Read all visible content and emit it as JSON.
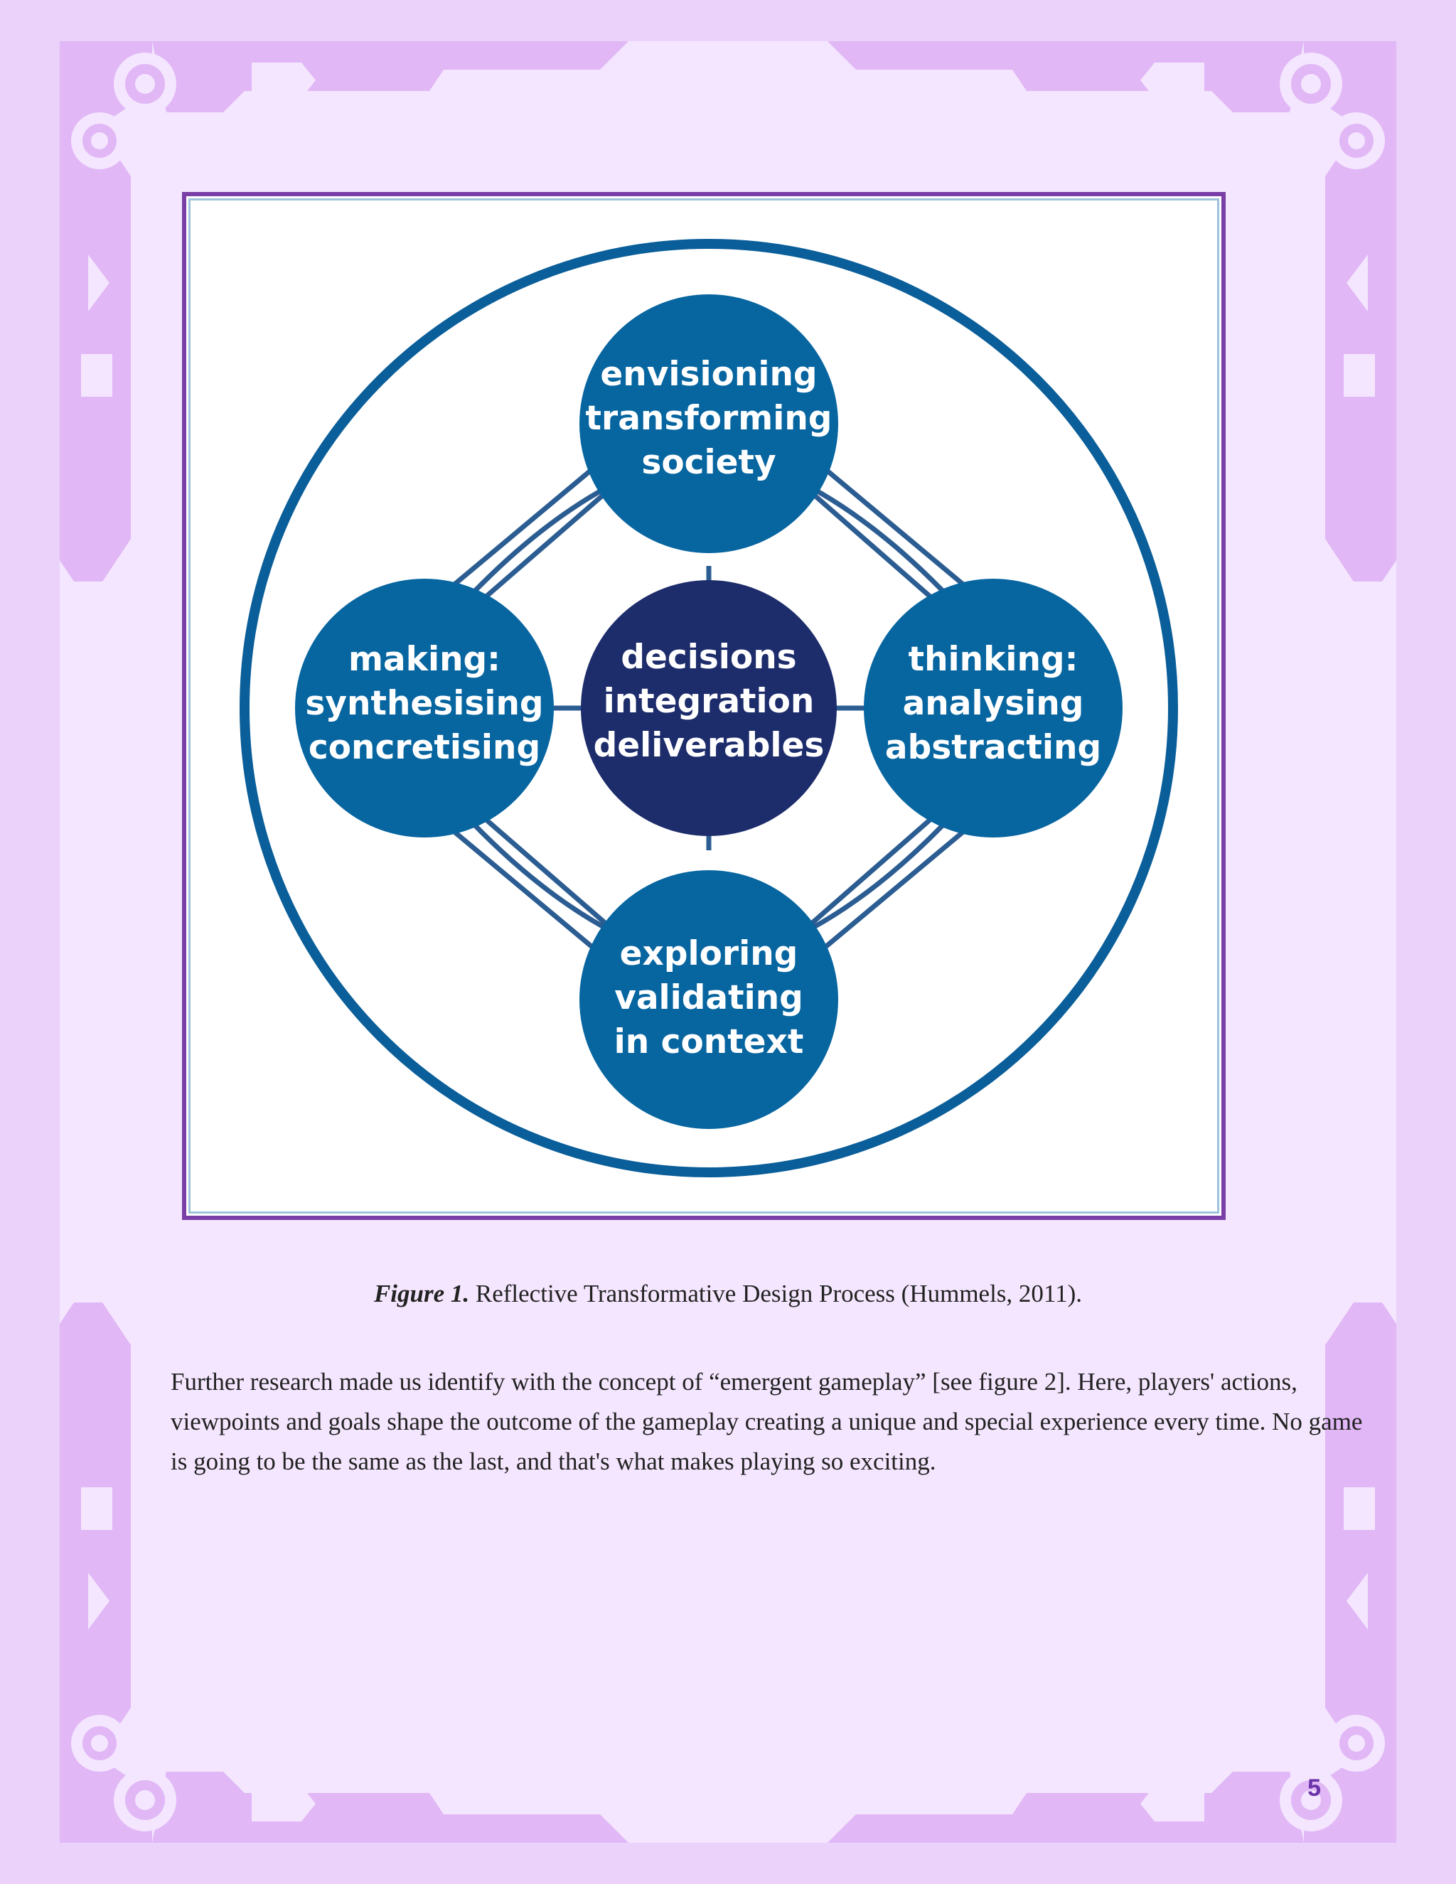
{
  "figure": {
    "nodes": {
      "top": [
        "envisioning",
        "transforming",
        "society"
      ],
      "left": [
        "making:",
        "synthesising",
        "concretising"
      ],
      "center": [
        "decisions",
        "integration",
        "deliverables"
      ],
      "right": [
        "thinking:",
        "analysing",
        "abstracting"
      ],
      "bottom": [
        "exploring",
        "validating",
        "in context"
      ]
    },
    "colors": {
      "outer_ring": "#0a5e99",
      "node": "#0765a0",
      "center_node": "#1d2c6b",
      "connector": "#2b5d92"
    }
  },
  "caption": {
    "label": "Figure 1.",
    "text": " Reflective Transformative Design Process (Hummels, 2011)."
  },
  "body": {
    "paragraph": "Further research made us identify with the concept of “emergent gameplay” [see figure 2]. Here, players' actions, viewpoints and goals shape the outcome of the gameplay creating a unique and special experience every time. No game is going to be the same as the last, and that's what makes playing so exciting."
  },
  "page_number": "5",
  "theme": {
    "background": "#ead2fb",
    "page": "#f4e6fe",
    "ornament": "#e1b7f6",
    "page_number_color": "#6a33a8"
  }
}
